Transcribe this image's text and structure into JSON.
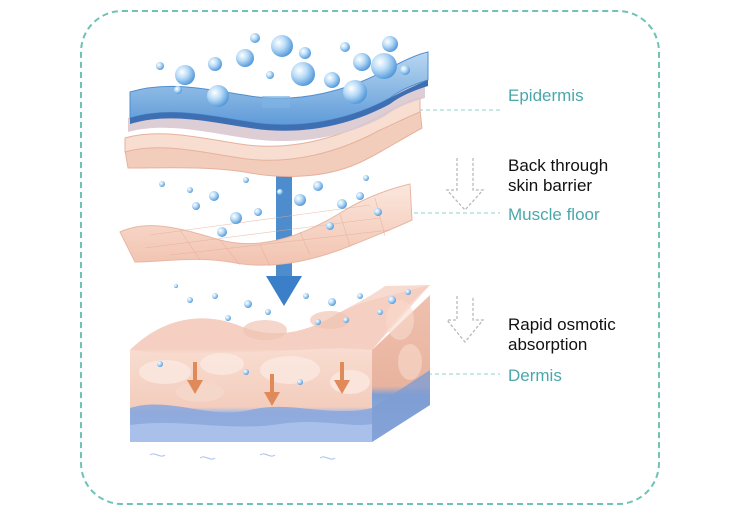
{
  "labels": {
    "epidermis": "Epidermis",
    "back_through_line1": "Back through",
    "back_through_line2": "skin barrier",
    "muscle_floor": "Muscle floor",
    "rapid_line1": "Rapid osmotic",
    "rapid_line2": "absorption",
    "dermis": "Dermis"
  },
  "colors": {
    "frame": "#6fc2b6",
    "teal_text": "#4aa8aa",
    "water_blue": "#3a7fc8",
    "skin_pink": "#f6d3c4",
    "deep_blue": "#7ba3d6",
    "arrow_orange": "#e08a5a"
  },
  "icons": [
    "water-droplet-icon",
    "down-arrow-icon",
    "outline-down-arrow-icon"
  ]
}
